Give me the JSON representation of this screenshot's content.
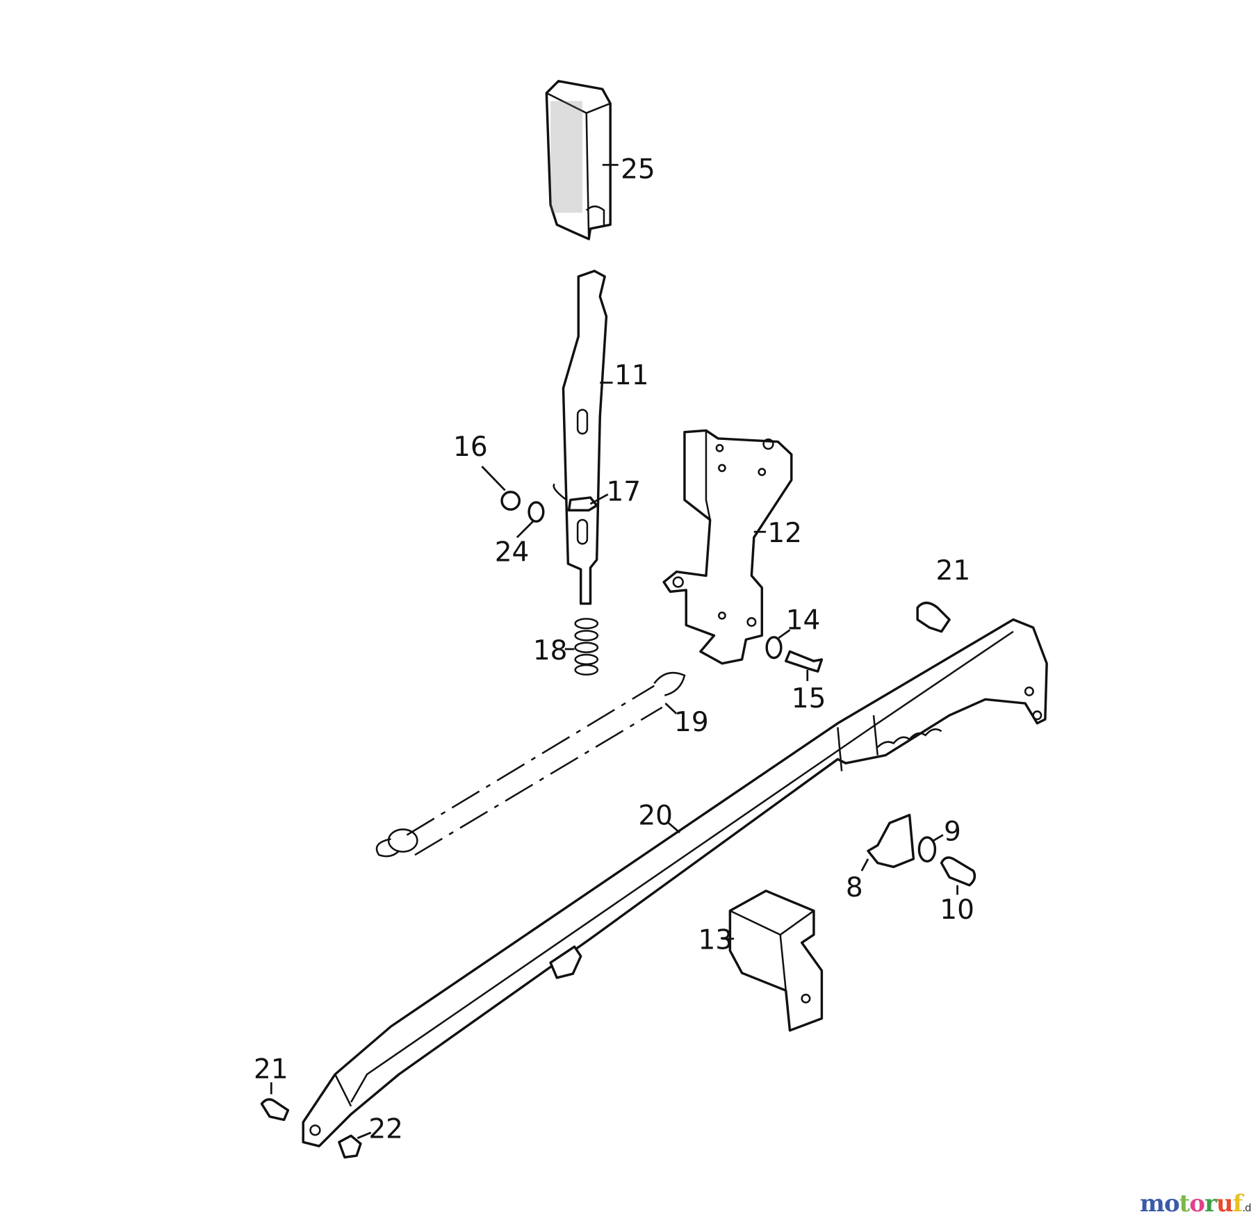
{
  "diagram": {
    "labels": {
      "p25": "25",
      "p11": "11",
      "p16": "16",
      "p17": "17",
      "p24": "24",
      "p12": "12",
      "p21a": "21",
      "p14": "14",
      "p18": "18",
      "p15": "15",
      "p19": "19",
      "p20": "20",
      "p9": "9",
      "p8": "8",
      "p10": "10",
      "p13": "13",
      "p21b": "21",
      "p22": "22"
    }
  },
  "watermark": {
    "letters": [
      "m",
      "o",
      "t",
      "o",
      "r",
      "u",
      "f"
    ],
    "colors": [
      "#3a5aa8",
      "#3a5aa8",
      "#7bb84a",
      "#e0428a",
      "#3aa046",
      "#e84a2a",
      "#e8c020"
    ],
    "suffix": ".de"
  }
}
